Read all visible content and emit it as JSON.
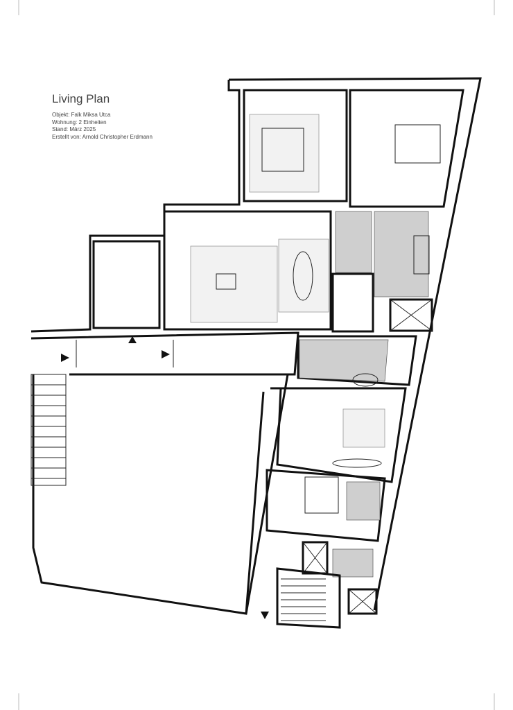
{
  "title": "Living Plan",
  "meta": {
    "objekt": "Objekt: Falk Miksa Utca",
    "wohnung": "Wohnung: 2 Einheiten",
    "stand": "Stand: März 2025",
    "erstellt": "Erstellt von: Arnold Christopher Erdmann"
  },
  "colors": {
    "walls": "#111111",
    "tiles": "#cfcfcf",
    "rugs": "#f2f2f2"
  }
}
